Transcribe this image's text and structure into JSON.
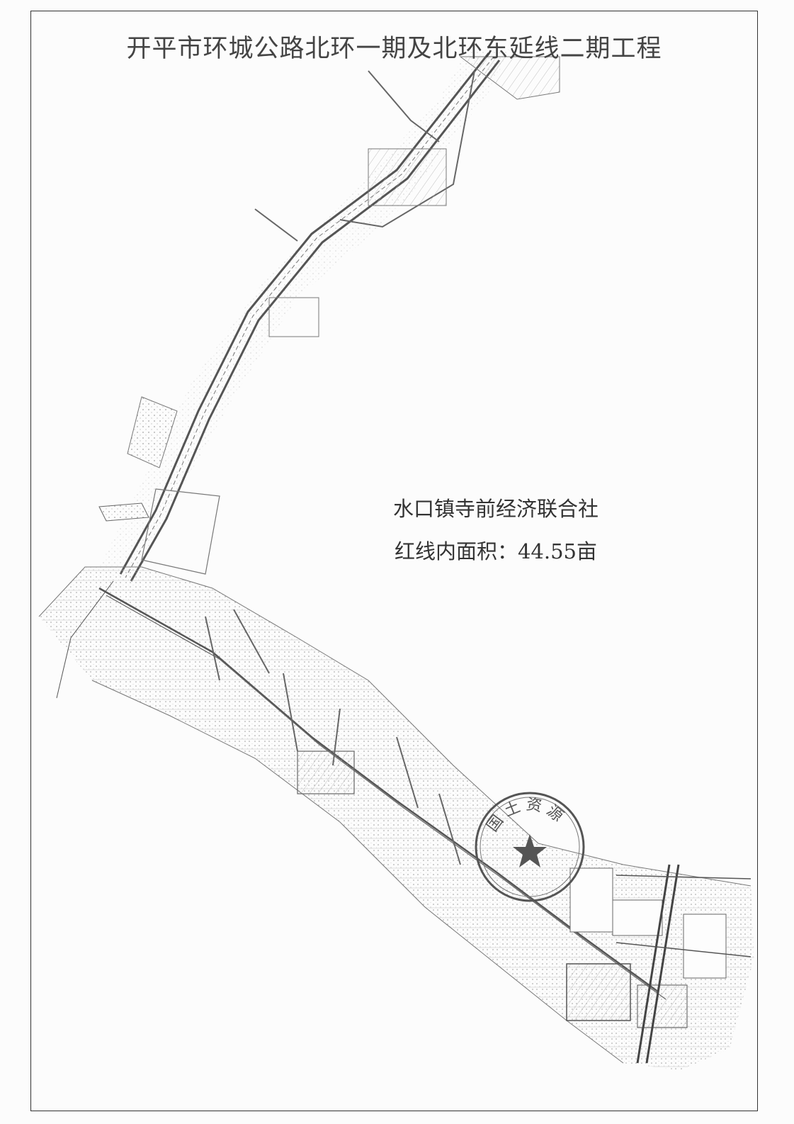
{
  "document": {
    "title": "开平市环城公路北环一期及北环东延线二期工程"
  },
  "annotation": {
    "owner": "水口镇寺前经济联合社",
    "area_text": "红线内面积：44.55亩"
  },
  "stamp": {
    "arc_text": "国土资源",
    "icon": "star-icon"
  },
  "colors": {
    "ink": "#444444",
    "frame": "#333333",
    "road": "#555555",
    "hatch": "#9a9a9a"
  }
}
